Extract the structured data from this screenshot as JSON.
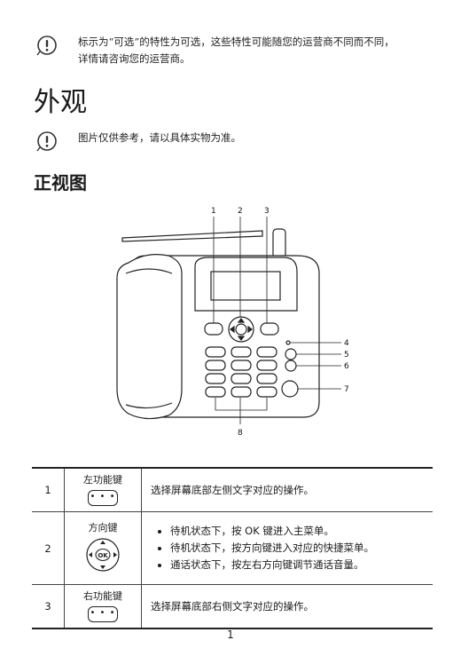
{
  "notes": [
    {
      "icon": "exclamation-icon",
      "lines": [
        "标示为“可选”的特性为可选，这些特性可能随您的运营商不同而不同，",
        "详情请咨询您的运营商。"
      ]
    },
    {
      "icon": "exclamation-icon",
      "lines": [
        "图片仅供参考，请以具体实物为准。"
      ]
    }
  ],
  "section_title": "外观",
  "subsection_title": "正视图",
  "diagram_labels": [
    "1",
    "2",
    "3",
    "4",
    "5",
    "6",
    "7",
    "8"
  ],
  "table": {
    "rows": [
      {
        "num": "1",
        "key_name": "左功能键",
        "key_glyph": "• • •",
        "desc": "选择屏幕底部左侧文字对应的操作。"
      },
      {
        "num": "2",
        "key_name": "方向键",
        "key_glyph": "OK",
        "bullets": [
          "待机状态下，按 OK 键进入主菜单。",
          "待机状态下，按方向键进入对应的快捷菜单。",
          "通话状态下，按左右方向键调节通话音量。"
        ]
      },
      {
        "num": "3",
        "key_name": "右功能键",
        "key_glyph": "• • •",
        "desc": "选择屏幕底部右侧文字对应的操作。"
      }
    ]
  },
  "page_number": "1"
}
